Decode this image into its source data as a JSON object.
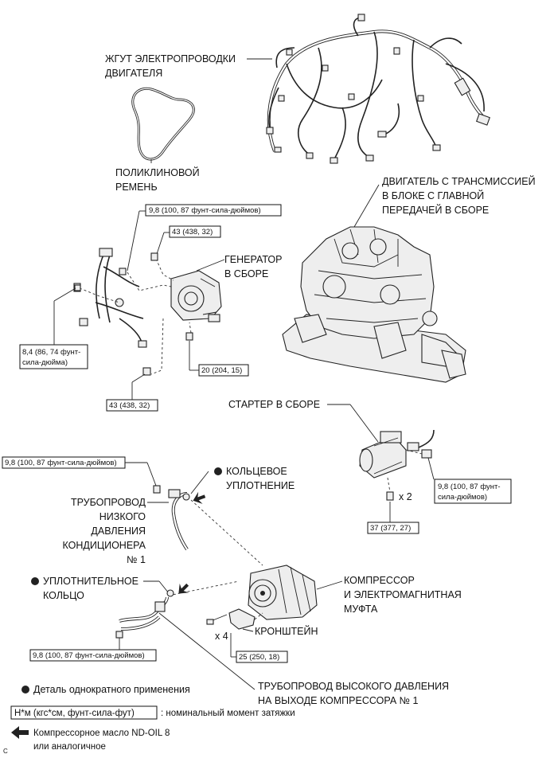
{
  "labels": {
    "engine_harness_1": "ЖГУТ ЭЛЕКТРОПРОВОДКИ",
    "engine_harness_2": "ДВИГАТЕЛЯ",
    "vbelt_1": "ПОЛИКЛИНОВОЙ",
    "vbelt_2": "РЕМЕНЬ",
    "engine_1": "ДВИГАТЕЛЬ С ТРАНСМИССИЕЙ",
    "engine_2": "В БЛОКЕ С ГЛАВНОЙ",
    "engine_3": "ПЕРЕДАЧЕЙ В СБОРЕ",
    "generator_1": "ГЕНЕРАТОР",
    "generator_2": "В СБОРЕ",
    "starter": "СТАРТЕР В СБОРЕ",
    "oring_1": "КОЛЬЦЕВОЕ",
    "oring_2": "УПЛОТНЕНИЕ",
    "lowpipe_1": "ТРУБОПРОВОД",
    "lowpipe_2": "НИЗКОГО",
    "lowpipe_3": "ДАВЛЕНИЯ",
    "lowpipe_4": "КОНДИЦИОНЕРА",
    "lowpipe_5": "№ 1",
    "seal_1": "УПЛОТНИТЕЛЬНОЕ",
    "seal_2": "КОЛЬЦО",
    "compressor_1": "КОМПРЕССОР",
    "compressor_2": "И ЭЛЕКТРОМАГНИТНАЯ",
    "compressor_3": "МУФТА",
    "bracket": "КРОНШТЕЙН",
    "highpipe_1": "ТРУБОПРОВОД ВЫСОКОГО ДАВЛЕНИЯ",
    "highpipe_2": "НА ВЫХОДЕ КОМПРЕССОРА № 1",
    "x2": "x 2",
    "x4": "x 4",
    "corner_mark": "C"
  },
  "torques": {
    "gen_top": "9,8 (100, 87 фунт-сила-дюймов)",
    "gen_bolt_top": "43 (438, 32)",
    "gen_left_1": "8,4 (86, 74 фунт-",
    "gen_left_2": "сила-дюйма)",
    "gen_right": "20 (204, 15)",
    "gen_bottom": "43 (438, 32)",
    "starter_right_1": "9,8 (100, 87 фунт-",
    "starter_right_2": "сила-дюймов)",
    "starter_bottom": "37 (377, 27)",
    "lowpipe": "9,8 (100, 87 фунт-сила-дюймов)",
    "highpipe": "9,8 (100, 87 фунт-сила-дюймов)",
    "bracket": "25 (250, 18)"
  },
  "legend": {
    "non_reusable": "Деталь однократного применения",
    "torque_units": "Н*м (кгс*см, фунт-сила-фут)",
    "torque_desc": ": номинальный момент затяжки",
    "oil_1": "Компрессорное масло ND-OIL 8",
    "oil_2": "или аналогичное"
  }
}
